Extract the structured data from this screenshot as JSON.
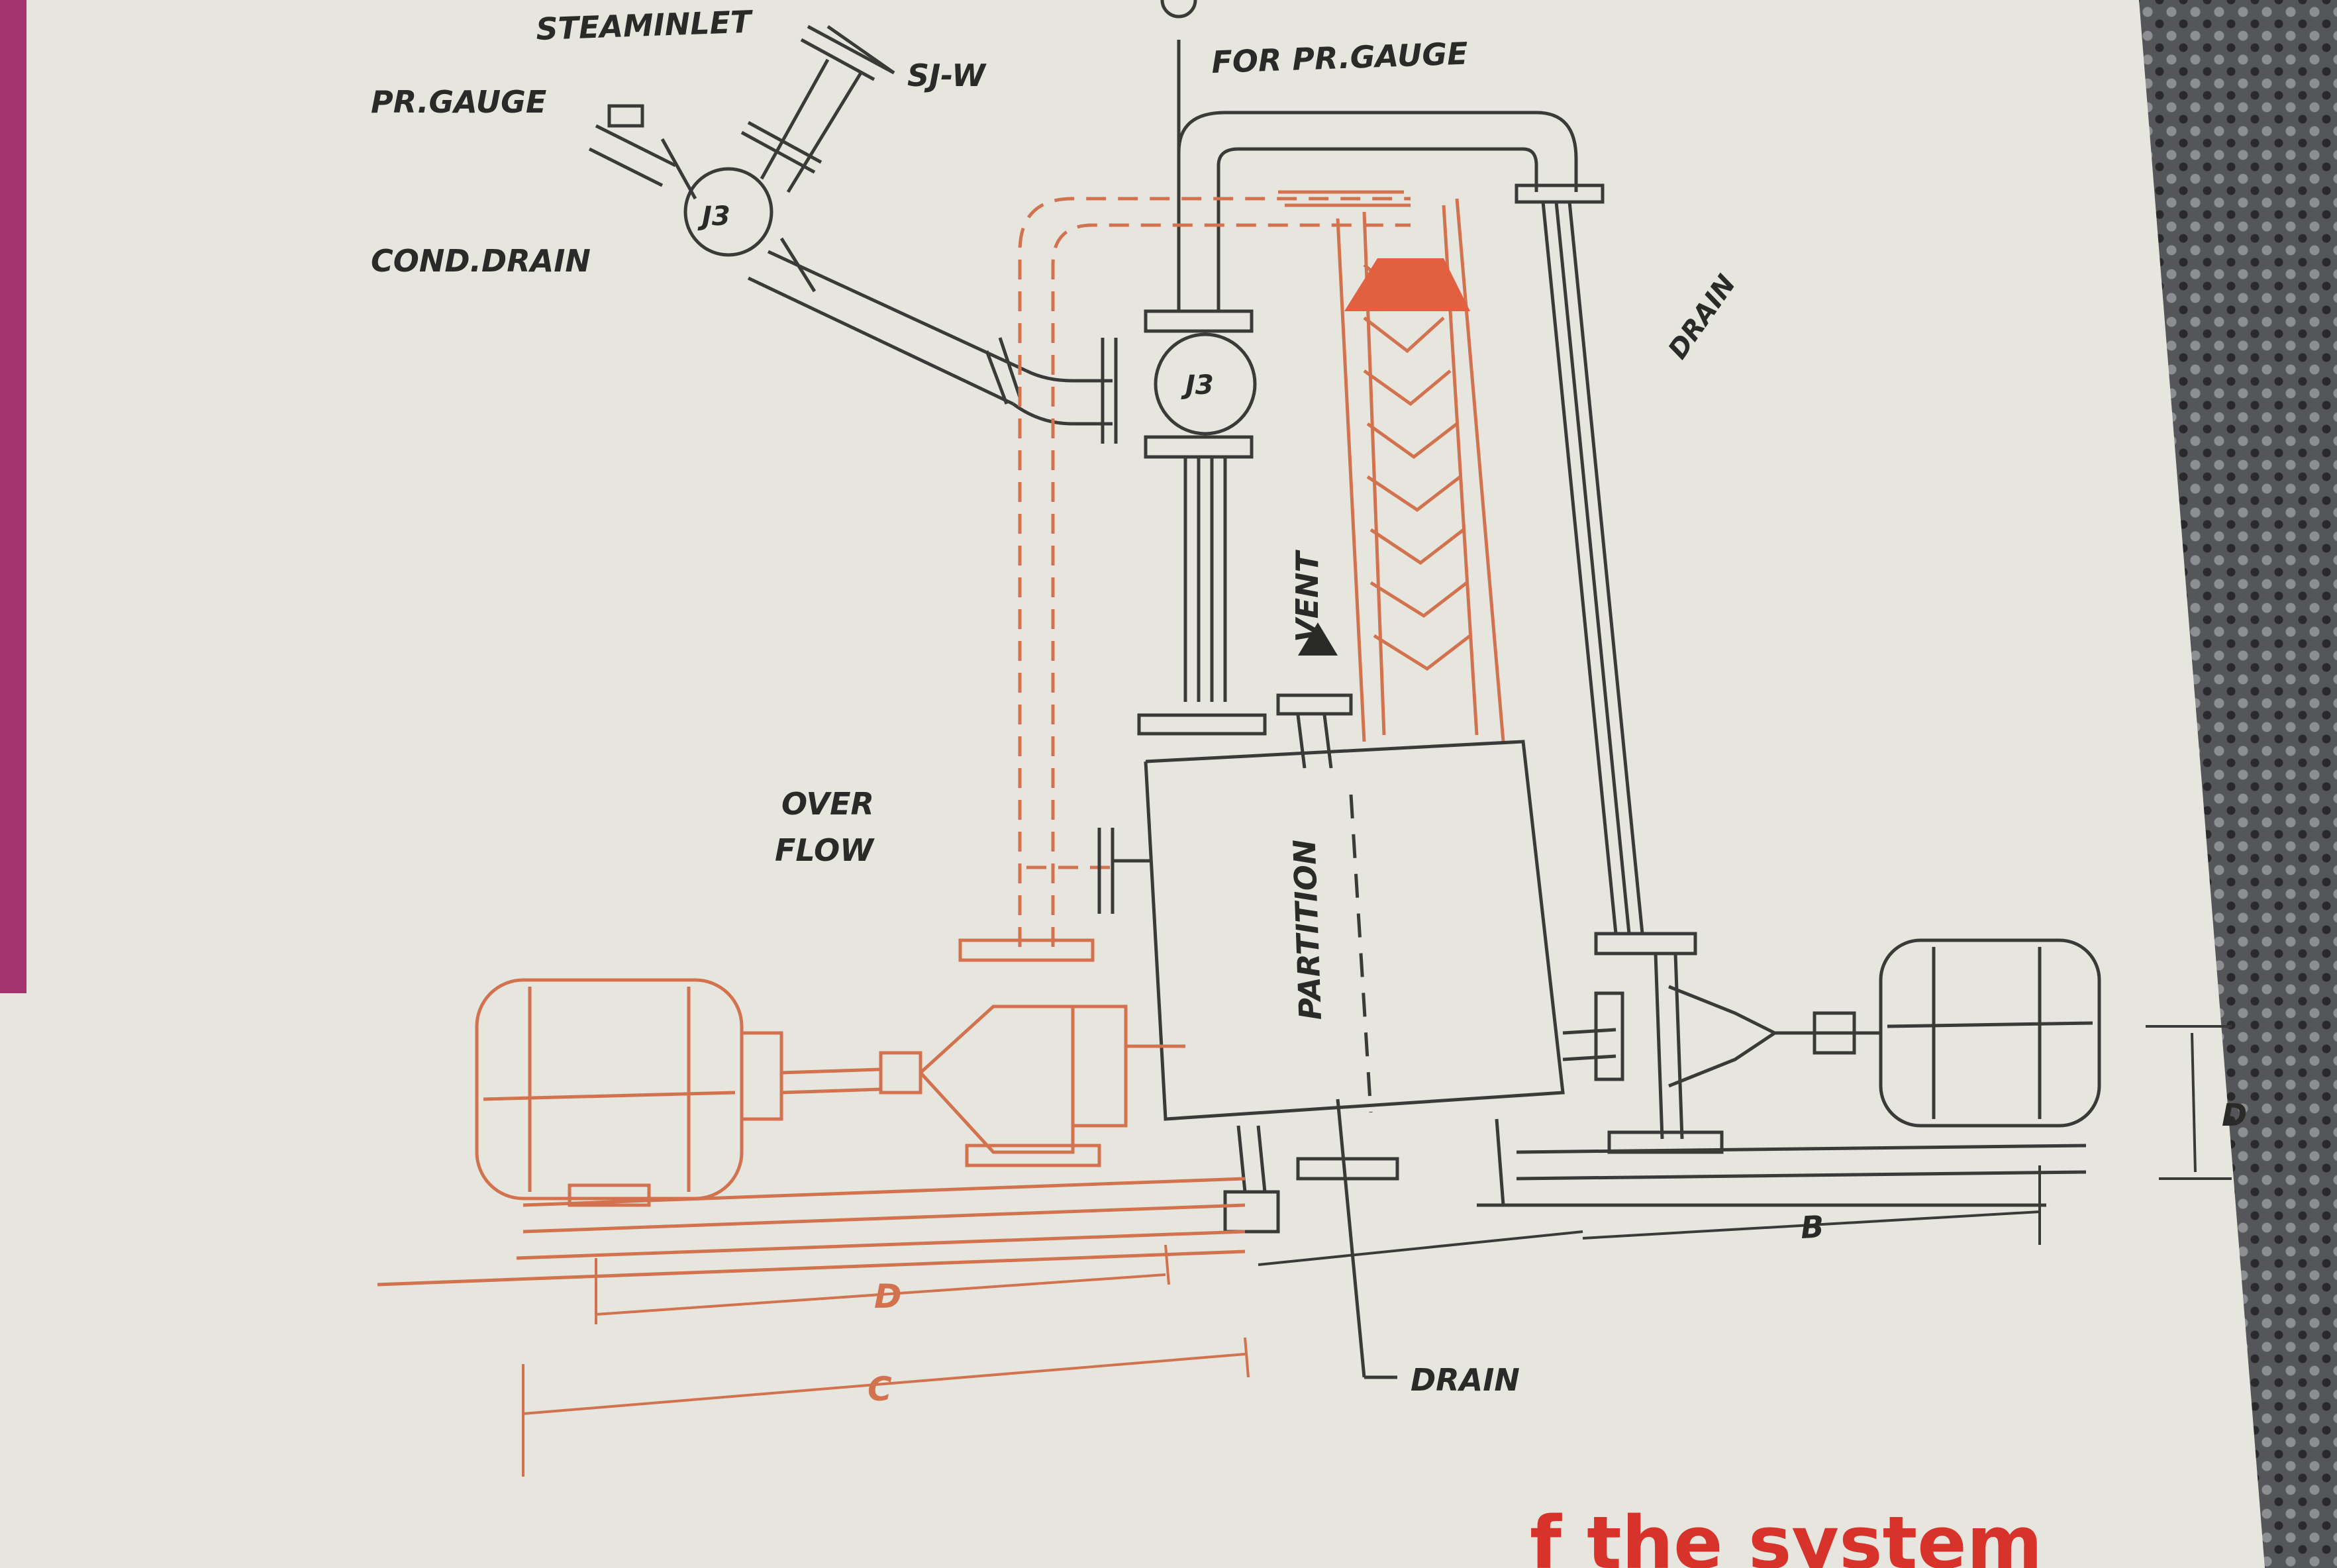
{
  "labels": {
    "steam_inlet": "STEAMINLET",
    "sjw": "SJ-W",
    "pr_gauge": "PR.GAUGE",
    "for_pr_gauge": "FOR PR.GAUGE",
    "cond_drain": "COND.DRAIN",
    "j3_upper": "J3",
    "j3_lower": "J3",
    "drain_right": "DRAIN",
    "vent": "VENT",
    "overflow_line1": "OVER",
    "overflow_line2": "FLOW",
    "partition": "PARTITION",
    "dim_d_right": "D",
    "dim_b_right": "B",
    "dim_d_left": "D",
    "dim_c_left": "C",
    "drain_bottom": "DRAIN",
    "caption_fragment": "f the system"
  },
  "colors": {
    "paper": "#e6e6df",
    "ink": "#3a3a38",
    "red_line": "#d2724e",
    "red_fill": "#e0603f",
    "caption": "#d8332a",
    "magenta_edge": "#a3346d",
    "fabric": "#55565a"
  }
}
